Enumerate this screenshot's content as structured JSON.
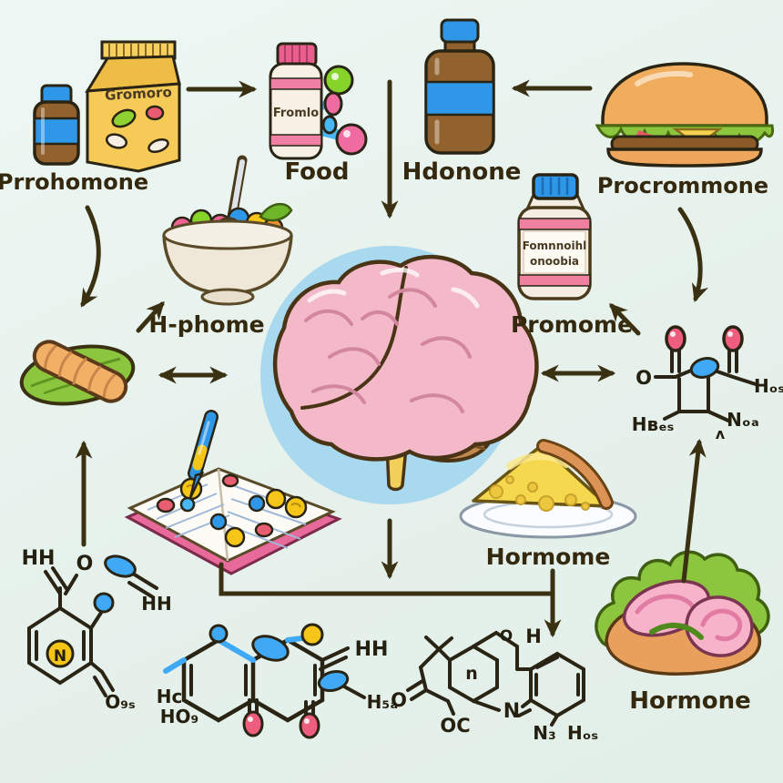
{
  "title": "hormone-pathway-cartoon-diagram",
  "colors": {
    "background": "#e8f3ee",
    "brain_circle": "#a9d9ef",
    "brain_pink": "#f3b9c8",
    "arrow": "#3a3113",
    "cap_blue": "#2f97e8",
    "bottle_brown": "#92622e",
    "pink": "#ef7fa4",
    "carton_yellow": "#f6ca57",
    "leaf_green": "#8cc63e",
    "atom_blue": "#3fa9f5",
    "atom_red": "#ef5d7e",
    "atom_yellow": "#f5c518"
  },
  "icons": {
    "center": "brain-icon",
    "prohormone": "supplement-bottle-and-pill-carton-icon",
    "food": "pill-bottle-and-molecule-icon",
    "hdonone": "brown-syrup-bottle-icon",
    "procrommone": "burger-icon",
    "h_phome": "cereal-bowl-icon",
    "promome": "white-supplement-bottle-icon",
    "vegetable": "leaf-and-root-icon",
    "notebook": "pill-notebook-and-dropper-icon",
    "hormome": "cheese-wedge-icon",
    "hormone": "sandwich-icon"
  },
  "nodes": {
    "prohormone": {
      "label": "Prrohomone",
      "carton_text": "Gromoro"
    },
    "food": {
      "label": "Food",
      "bottle_text": "Fromlo"
    },
    "hdonone": {
      "label": "Hdonone"
    },
    "procrommone": {
      "label": "Procrommone"
    },
    "h_phome": {
      "label": "H-phome"
    },
    "promome": {
      "label": "Promome",
      "bottle_text_line1": "Fomnnoihl",
      "bottle_text_line2": "onoobia"
    },
    "hormome": {
      "label": "Hormome"
    },
    "hormone": {
      "label": "Hormone"
    }
  },
  "chem": {
    "right": {
      "o": "O",
      "h_right": "Hₒₛ",
      "h_bottom": "Hʙₑₛ",
      "n_bottom": "Nₒₐ",
      "mark": "ʌ"
    },
    "bottom_left": {
      "hh_top": "HH",
      "o_top": "O",
      "hh_right": "HH",
      "n_ring": "N",
      "o_bottom": "O₉ₛ"
    },
    "bottom_middle": {
      "hh_right": "HH",
      "hc": "Hc",
      "ho": "HO₉",
      "h5": "H₅ₐ"
    },
    "bottom_right": {
      "o_top": "O",
      "h_top": "H",
      "n_ring": "n",
      "o_left": "O",
      "oc": "OC",
      "n": "N",
      "n3": "N₃",
      "hos": "Hₒₛ"
    }
  }
}
